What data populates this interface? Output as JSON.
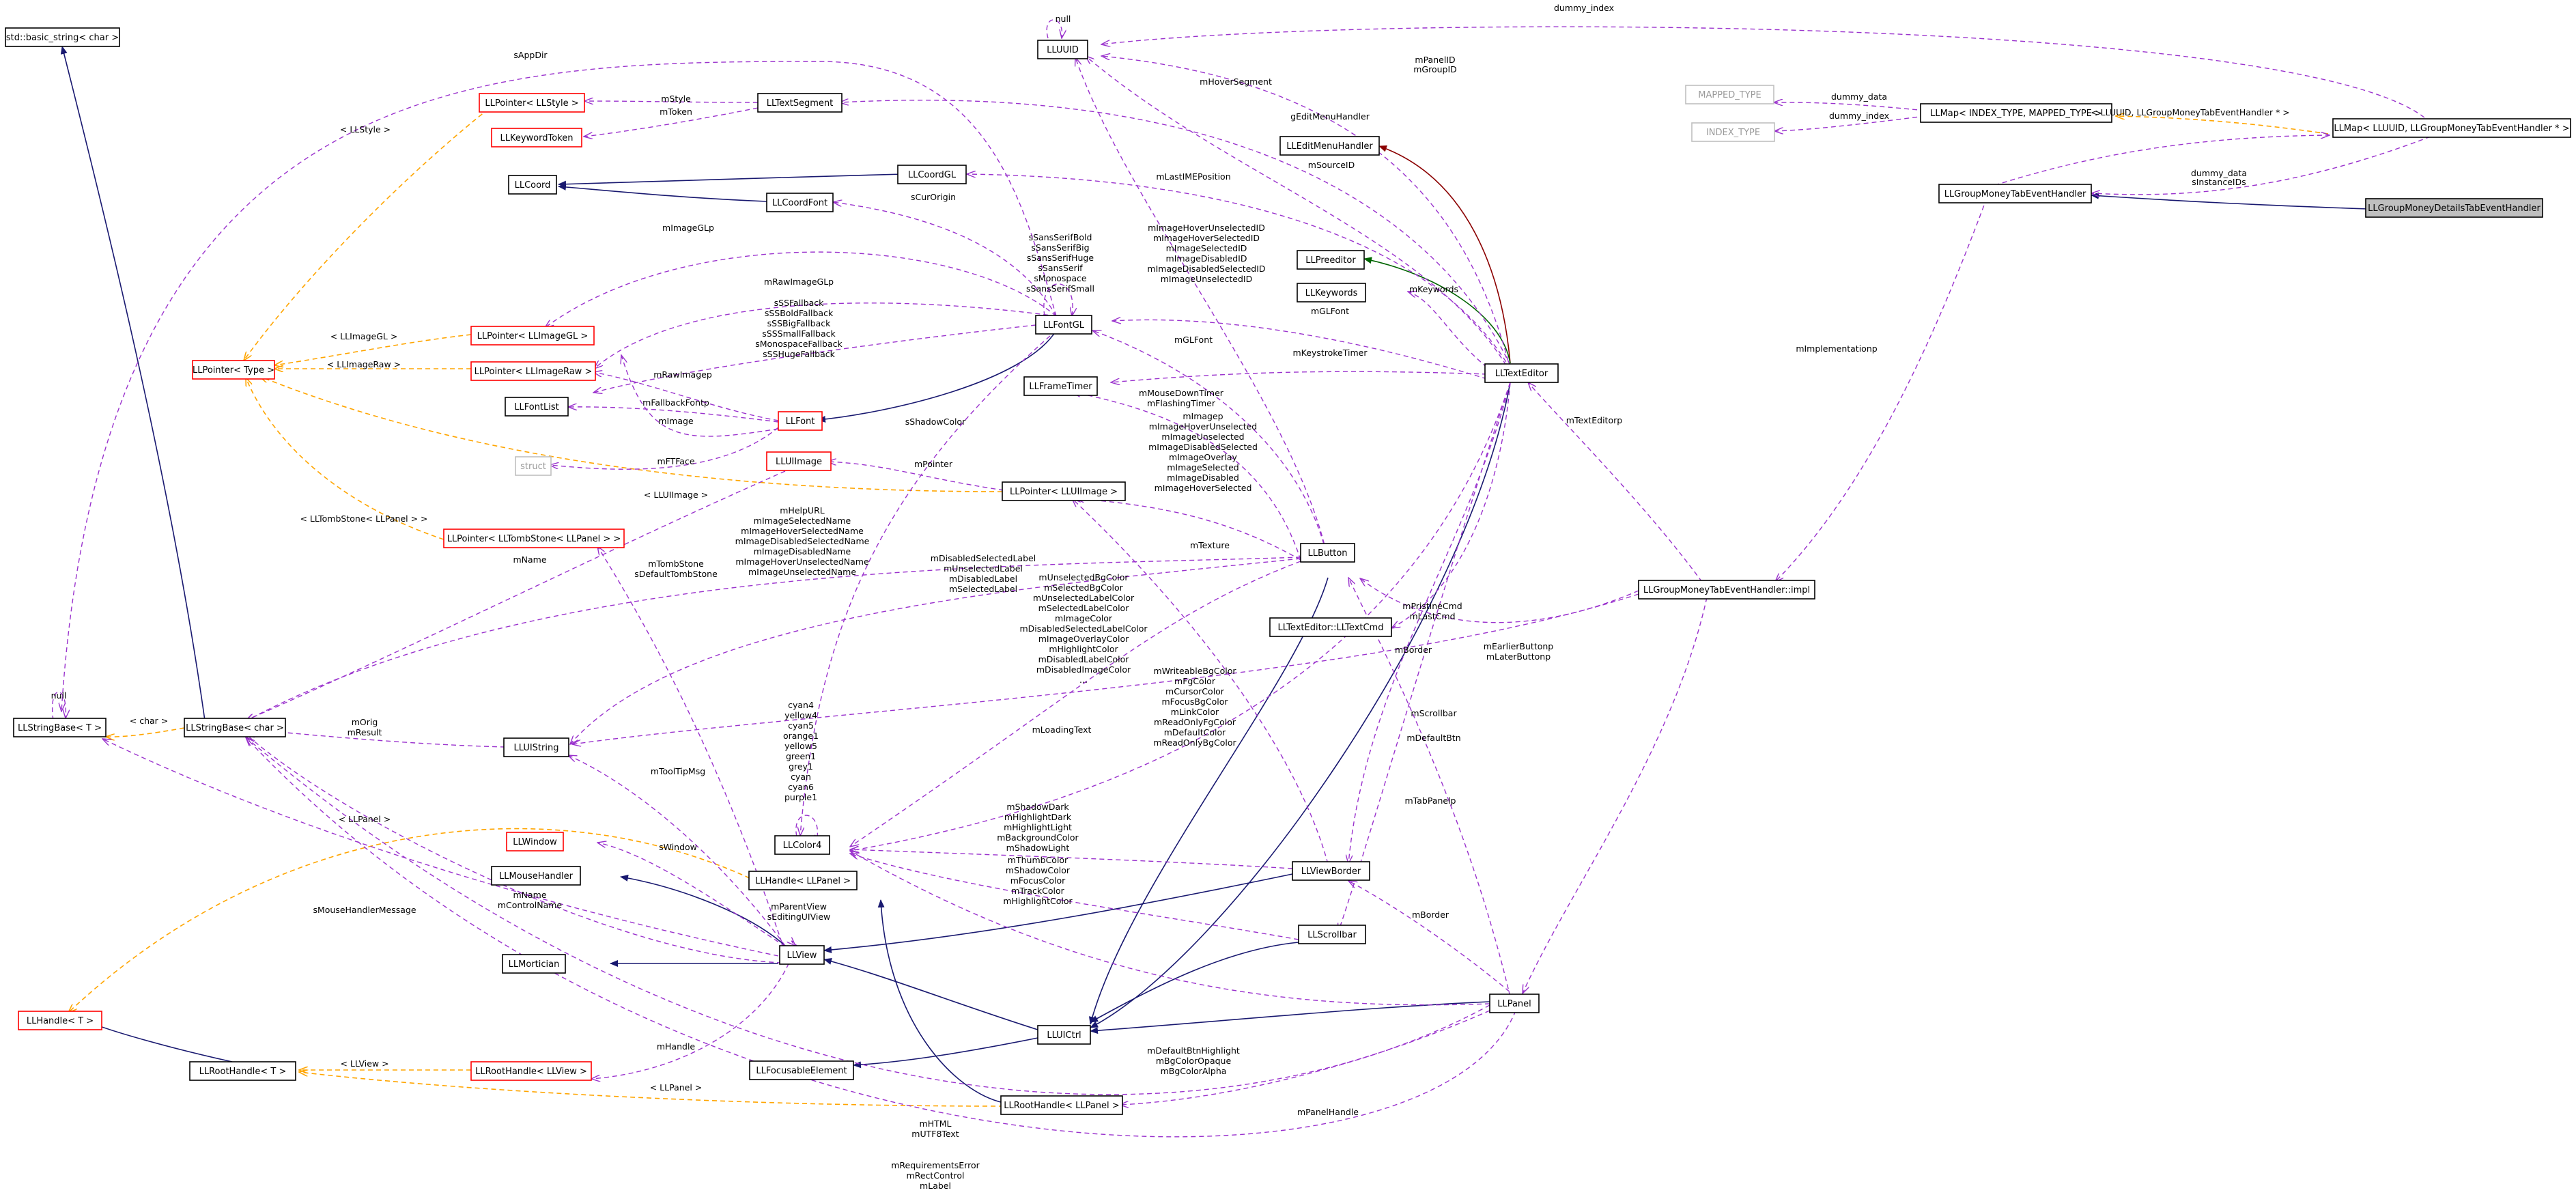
{
  "colors": {
    "inherit": "#191970",
    "usage": "#9a32cd",
    "template": "#ffa500",
    "highlight_fill": "#bfbfbf",
    "red_border": "#ff0000"
  },
  "nodes": {
    "std_basic_string": "std::basic_string< char >",
    "LLStringBase_T": "LLStringBase< T >",
    "LLStringBase_char": "LLStringBase< char >",
    "LLPointer_LLStyle": "LLPointer< LLStyle >",
    "LLKeywordToken": "LLKeywordToken",
    "LLTextSegment": "LLTextSegment",
    "LLCoord": "LLCoord",
    "LLCoordFont": "LLCoordFont",
    "LLCoordGL": "LLCoordGL",
    "LLPointer_Type": "LLPointer< Type >",
    "LLPointer_LLImageGL": "LLPointer< LLImageGL >",
    "LLPointer_LLImageRaw": "LLPointer< LLImageRaw >",
    "LLFontList": "LLFontList",
    "LLFont": "LLFont",
    "LLFontGL": "LLFontGL",
    "struct": "struct",
    "LLUIImage": "LLUIImage",
    "LLPointer_LLUIImage": "LLPointer< LLUIImage >",
    "LLPointer_LLTombStone": "LLPointer< LLTombStone< LLPanel > >",
    "LLUUID": "LLUUID",
    "LLEditMenuHandler": "LLEditMenuHandler",
    "LLPreeditor": "LLPreeditor",
    "LLKeywords": "LLKeywords",
    "LLFrameTimer": "LLFrameTimer",
    "LLTextEditor": "LLTextEditor",
    "LLButton": "LLButton",
    "LLTextEditor_LLTextCmd": "LLTextEditor::LLTextCmd",
    "LLUIString": "LLUIString",
    "LLColor4": "LLColor4",
    "LLWindow": "LLWindow",
    "LLMouseHandler": "LLMouseHandler",
    "LLMortician": "LLMortician",
    "LLHandle_LLPanel": "LLHandle< LLPanel >",
    "LLView": "LLView",
    "LLViewBorder": "LLViewBorder",
    "LLScrollbar": "LLScrollbar",
    "LLHandle_T": "LLHandle< T >",
    "LLRootHandle_T": "LLRootHandle< T >",
    "LLRootHandle_LLView": "LLRootHandle< LLView >",
    "LLFocusableElement": "LLFocusableElement",
    "LLUICtrl": "LLUICtrl",
    "LLRootHandle_LLPanel": "LLRootHandle< LLPanel >",
    "LLPanel": "LLPanel",
    "LLGroupMoneyTabEventHandler_impl": "LLGroupMoneyTabEventHandler::impl",
    "MAPPED_TYPE": "MAPPED_TYPE",
    "INDEX_TYPE": "INDEX_TYPE",
    "LLMap_INDEX_MAPPED": "LLMap< INDEX_TYPE, MAPPED_TYPE >",
    "LLMap_LLUUID_Handler": "LLMap< LLUUID, LLGroupMoneyTabEventHandler * >",
    "LLGroupMoneyTabEventHandler": "LLGroupMoneyTabEventHandler",
    "LLGroupMoneyDetailsTabEventHandler": "LLGroupMoneyDetailsTabEventHandler"
  },
  "edge_labels": {
    "sAppDir": "sAppDir",
    "null_uuid": "null",
    "dummy_index_top": "dummy_index",
    "mPanelID": "mPanelID",
    "mGroupID": "mGroupID",
    "mStyle": "mStyle",
    "mToken": "mToken",
    "LLStyle": "< LLStyle >",
    "mHoverSegment": "mHoverSegment",
    "gEditMenuHandler": "gEditMenuHandler",
    "mSourceID": "mSourceID",
    "mLastIMEPosition": "mLastIMEPosition",
    "sCurOrigin": "sCurOrigin",
    "mImageGLp": "mImageGLp",
    "sFonts": "sSansSerifBold\nsSansSerifBig\nsSansSerifHuge\nsSansSerif\nsMonospace\nsSansSerifSmall",
    "mImageIDs": "mImageHoverUnselectedID\nmImageHoverSelectedID\nmImageSelectedID\nmImageDisabledID\nmImageDisabledSelectedID\nmImageUnselectedID",
    "mGLFont_editor": "mGLFont",
    "mKeywords": "mKeywords",
    "mKeystrokeTimer": "mKeystrokeTimer",
    "LLImageGL": "< LLImageGL >",
    "mRawImageGLp": "mRawImageGLp",
    "sFallbacks": "sSSFallback\nsSSBoldFallback\nsSSBigFallback\nsSSSmallFallback\nsMonospaceFallback\nsSSHugeFallback",
    "LLImageRaw": "< LLImageRaw >",
    "mRawImagep": "mRawImagep",
    "mFallbackFontp": "mFallbackFontp",
    "mImage": "mImage",
    "mGLFont_button": "mGLFont",
    "mMouseDownTimer": "mMouseDownTimer\nmFlashingTimer",
    "sShadowColor": "sShadowColor",
    "mFTFace": "mFTFace",
    "mPointer": "mPointer",
    "LLUIImage": "< LLUIImage >",
    "mImageps": "mImagep\nmImageHoverUnselected\nmImageUnselected\nmImageDisabledSelected\nmImageOverlay\nmImageSelected\nmImageDisabled\nmImageHoverSelected",
    "LLTombStone": "< LLTombStone< LLPanel > >",
    "mButtonNames": "mHelpURL\nmImageSelectedName\nmImageHoverSelectedName\nmImageDisabledSelectedName\nmImageDisabledName\nmImageHoverUnselectedName\nmImageUnselectedName",
    "mTexture": "mTexture",
    "mName_top": "mName",
    "mTombStone": "mTombStone\nsDefaultTombStone",
    "mButtonLabels": "mDisabledSelectedLabel\nmUnselectedLabel\nmDisabledLabel\nmSelectedLabel",
    "mButtonColors": "mUnselectedBgColor\nmSelectedBgColor\nmUnselectedLabelColor\nmSelectedLabelColor\nmImageColor\nmDisabledSelectedLabelColor\nmImageOverlayColor\nmHighlightColor\nmDisabledLabelColor\nmDisabledImageColor\n...",
    "mPristineCmd": "mPristineCmd\nmLastCmd",
    "mBorder_editor": "mBorder",
    "mEarlierButtonp": "mEarlierButtonp\nmLaterButtonp",
    "mTextEditorp": "mTextEditorp",
    "mImplementationp": "mImplementationp",
    "null_string": "null",
    "char": "< char >",
    "mOrig": "mOrig\nmResult",
    "colorNames": "cyan4\nyellow4\ncyan5\norange1\nyellow5\ngreen1\ngrey1\ncyan\ncyan6\npurple1",
    "mEditorColors": "mWriteableBgColor\nmFgColor\nmCursorColor\nmFocusBgColor\nmLinkColor\nmReadOnlyFgColor\nmDefaultColor\nmReadOnlyBgColor",
    "mLoadingText": "mLoadingText",
    "mScrollbar": "mScrollbar",
    "mDefaultBtn": "mDefaultBtn",
    "mTabPanelp": "mTabPanelp",
    "mToolTipMsg": "mToolTipMsg",
    "mBorderColors": "mShadowDark\nmHighlightDark\nmHighlightLight\nmBackgroundColor\nmShadowLight",
    "mScrollColors": "mThumbColor\nmShadowColor\nmFocusColor\nmTrackColor\nmHighlightColor",
    "LLPanel_tpl1": "< LLPanel >",
    "sWindow": "sWindow",
    "sMouseHandlerMessage": "sMouseHandlerMessage",
    "mName_ctrl": "mName\nmControlName",
    "mParentView": "mParentView\nsEditingUIView",
    "mBorder_panel": "mBorder",
    "mHandle": "mHandle",
    "LLView_tpl": "< LLView >",
    "LLPanel_tpl2": "< LLPanel >",
    "mDefaultBtnHighlight": "mDefaultBtnHighlight\nmBgColorOpaque\nmBgColorAlpha",
    "mPanelHandle": "mPanelHandle",
    "mHTML": "mHTML\nmUTF8Text",
    "mRequirements": "mRequirementsError\nmRectControl\nmLabel",
    "dummy_data": "dummy_data",
    "dummy_index": "dummy_index",
    "LLUUID_Handler_tpl": "< LLUUID, LLGroupMoneyTabEventHandler * >",
    "sInstanceIDs": "sInstanceIDs",
    "dummy_data2": "dummy_data"
  }
}
